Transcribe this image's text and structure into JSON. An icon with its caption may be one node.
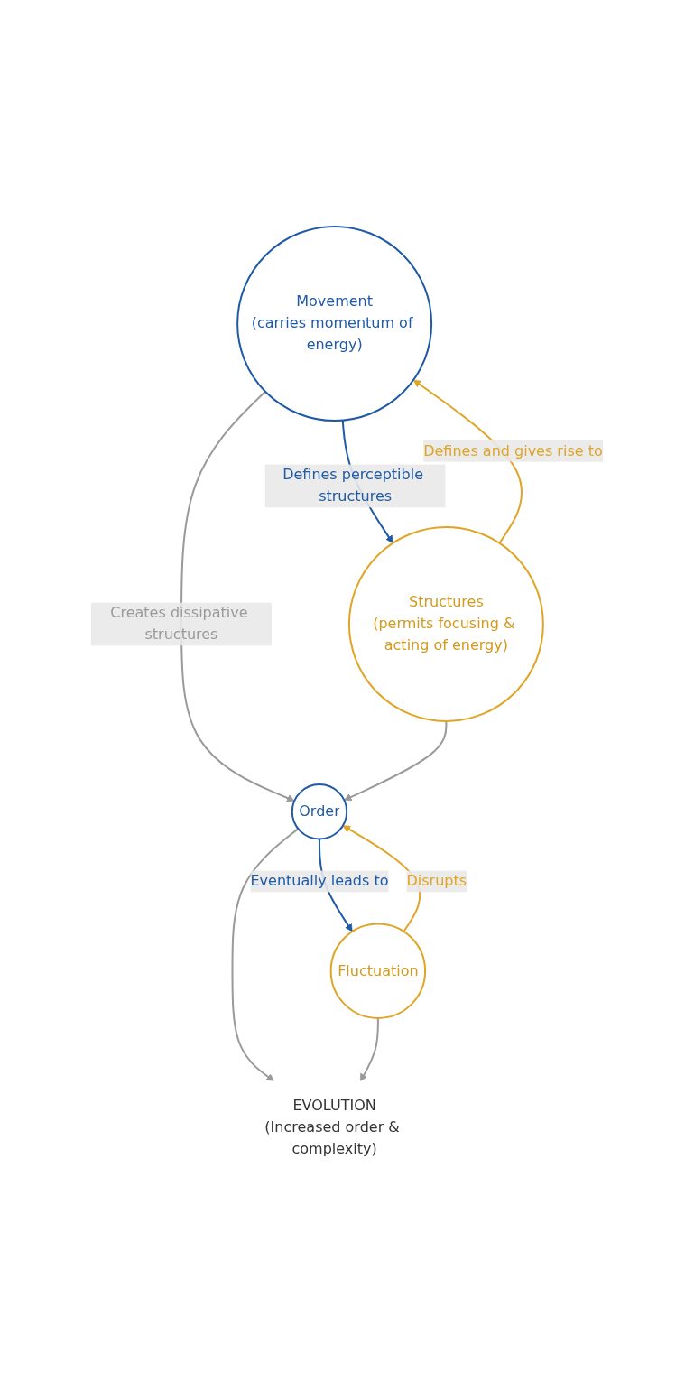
{
  "diagram": {
    "nodes": [
      {
        "text": [
          "Movement",
          "(carries momentum of energy)"
        ]
      },
      {
        "text": [
          "Structures",
          "(permits focusing & acting of energy)"
        ]
      },
      {
        "text": [
          "Order"
        ]
      },
      {
        "text": [
          "Fluctuation"
        ]
      },
      {
        "text": [
          "EVOLUTION",
          "(Increased order & complexity)"
        ]
      }
    ],
    "edges": [
      {
        "from": 1,
        "to": 0,
        "arrow": "to",
        "label": "Defines and gives rise to",
        "color": "#e0a526"
      },
      {
        "from": 0,
        "to": 1,
        "arrow": "to",
        "label": "Defines perceptible structures",
        "color": "#1f5aa6"
      },
      {
        "from": 0,
        "to": 2,
        "arrow": "to",
        "label": "Creates dissipative structures",
        "color": "#9a9a9a"
      },
      {
        "from": 1,
        "to": 2,
        "arrow": "to",
        "color": "#9a9a9a"
      },
      {
        "from": 3,
        "to": 2,
        "arrow": "to",
        "label": "Disrupts",
        "color": "#e0a526"
      },
      {
        "from": 2,
        "to": 3,
        "arrow": "to",
        "label": "Eventually leads to",
        "color": "#1f5aa6"
      },
      {
        "from": 2,
        "to": 4,
        "arrow": "to",
        "color": "#9a9a9a"
      },
      {
        "from": 3,
        "to": 4,
        "arrow": "to",
        "color": "#9a9a9a"
      }
    ]
  }
}
